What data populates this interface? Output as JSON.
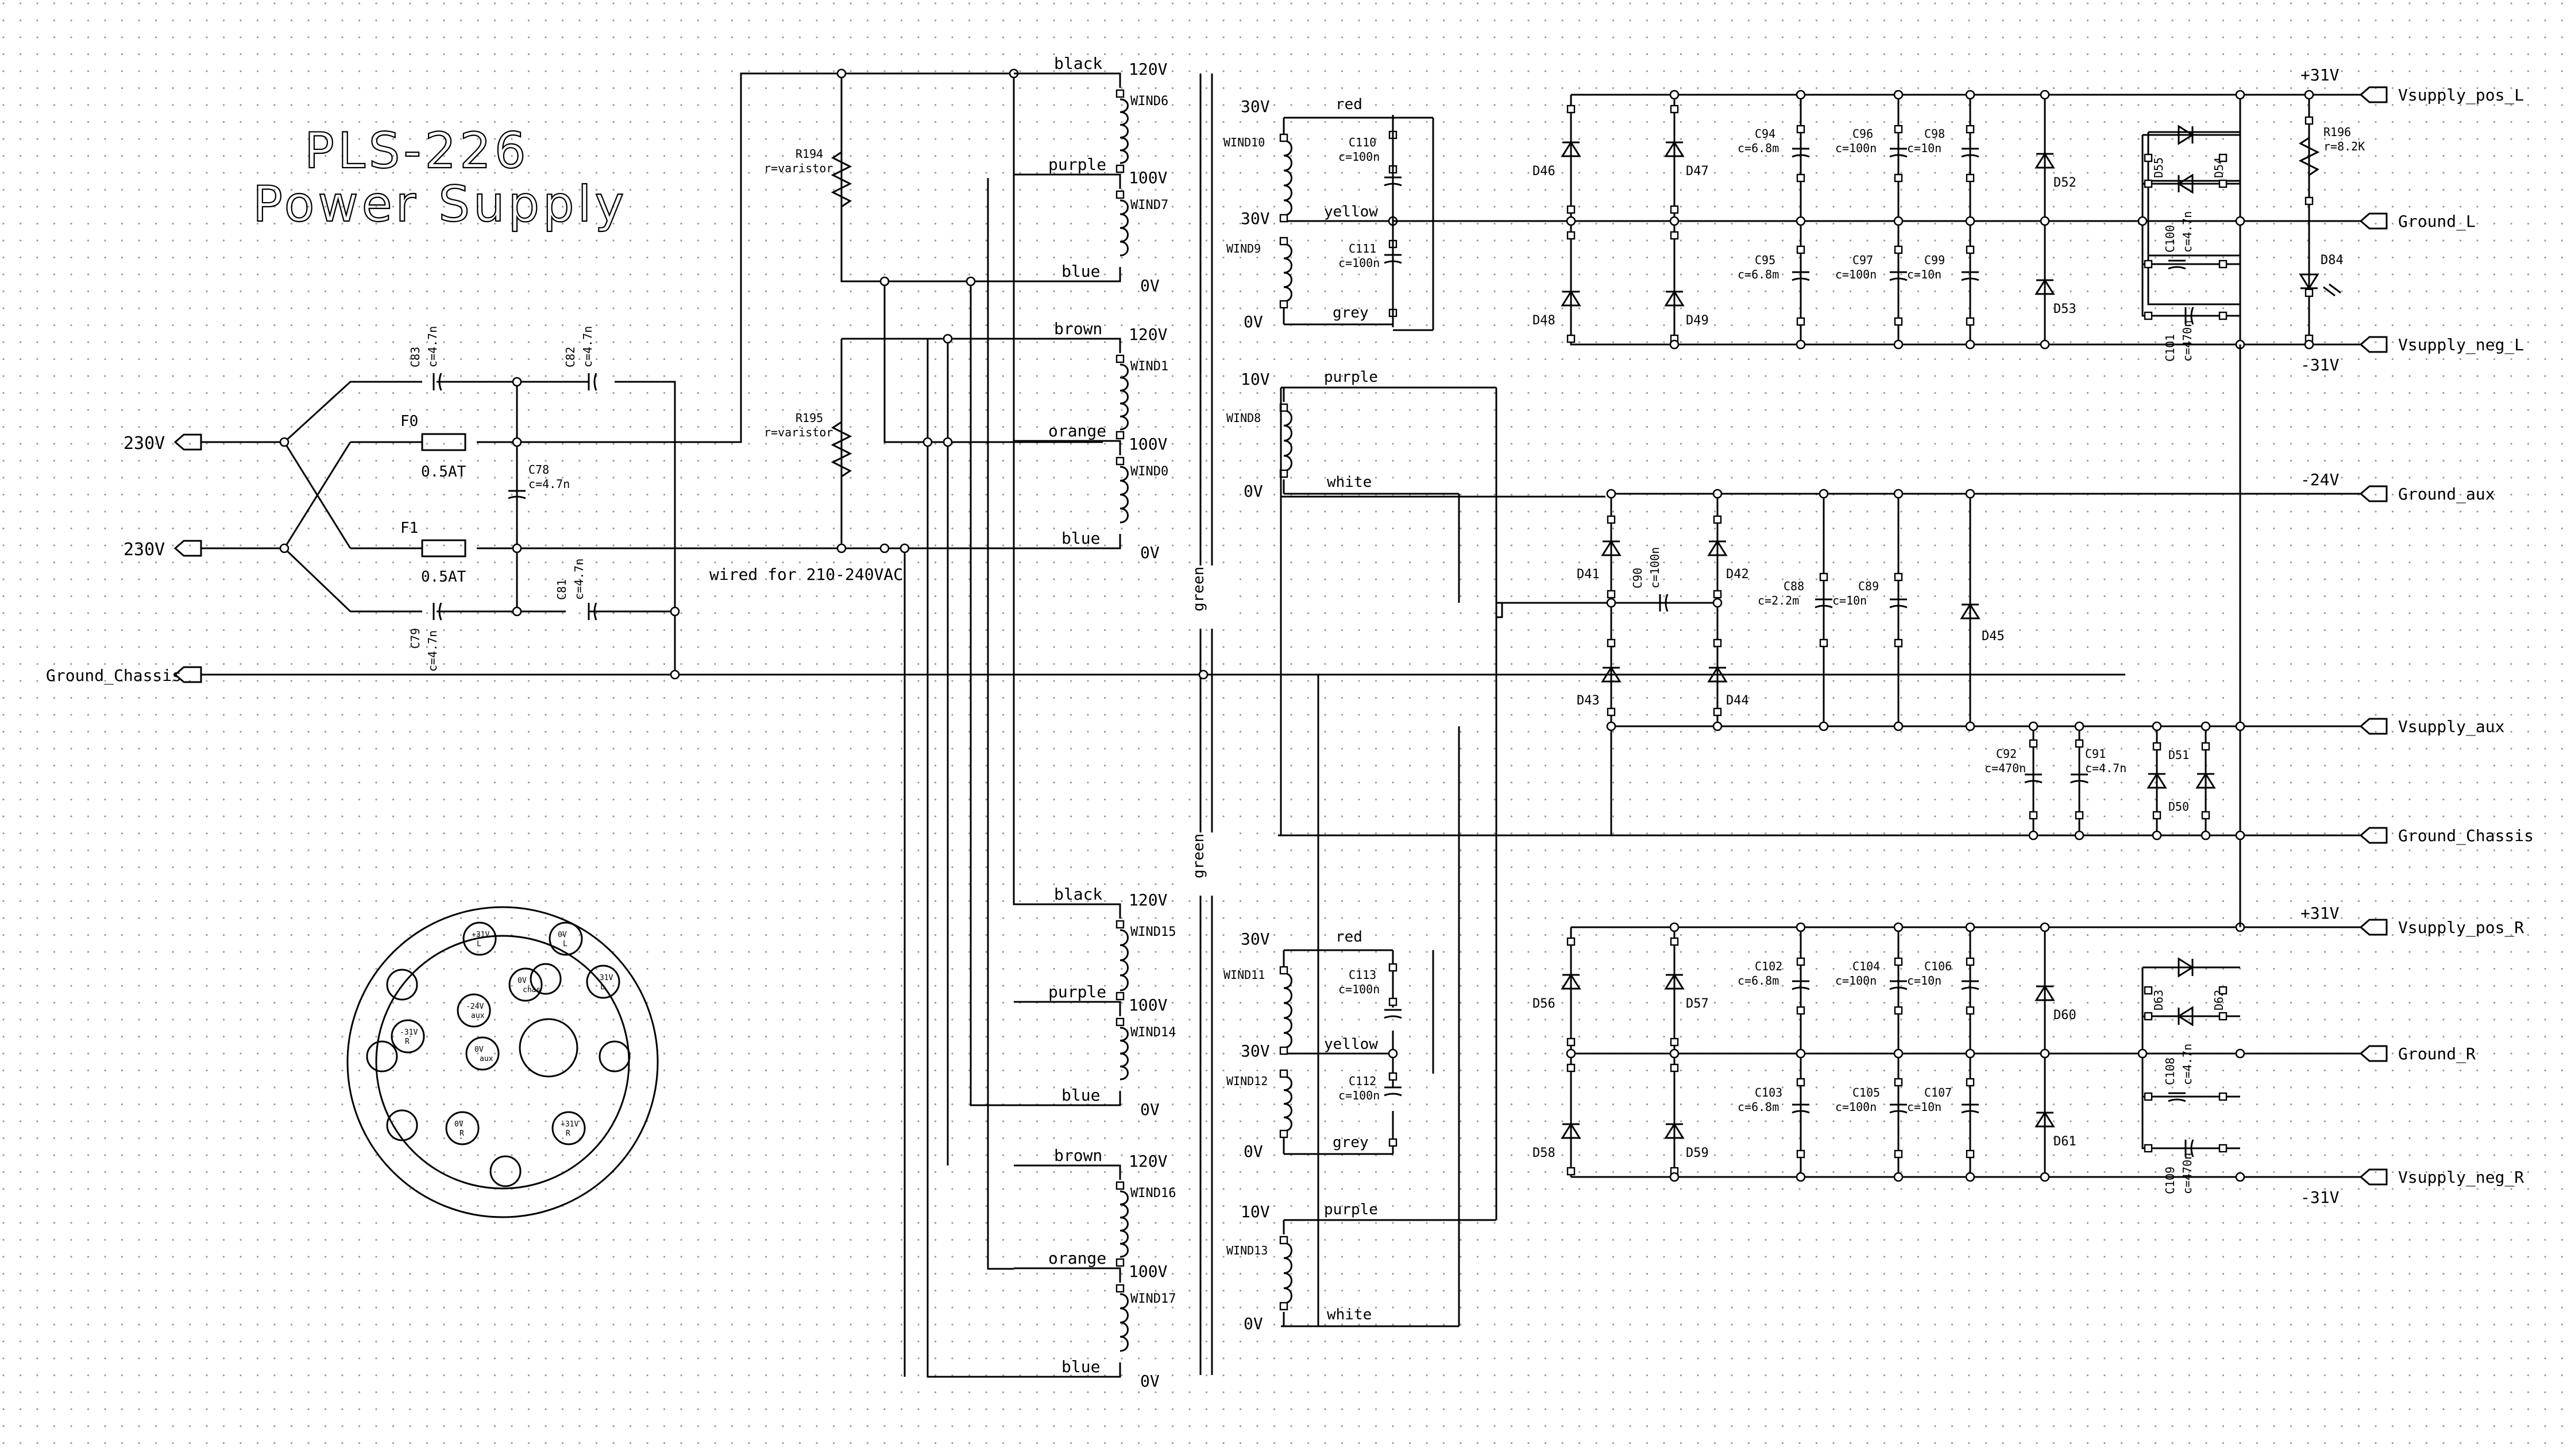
{
  "title": {
    "line1": "PLS-226",
    "line2": "Power Supply"
  },
  "note": "wired for 210-240VAC",
  "ports": {
    "mains_a": "230V",
    "mains_b": "230V",
    "ground_chassis_in": "Ground_Chassis",
    "vpos_l": "Vsupply_pos_L",
    "gnd_l": "Ground_L",
    "vneg_l": "Vsupply_neg_L",
    "gnd_aux": "Ground_aux",
    "vaux": "Vsupply_aux",
    "gnd_chassis_out": "Ground_Chassis",
    "vpos_r": "Vsupply_pos_R",
    "gnd_r": "Ground_R",
    "vneg_r": "Vsupply_neg_R"
  },
  "rail_voltages": {
    "pos_l": "+31V",
    "neg_l": "-31V",
    "aux": "-24V",
    "pos_r": "+31V",
    "neg_r": "-31V"
  },
  "fuses": [
    {
      "ref": "F0",
      "value": "0.5AT"
    },
    {
      "ref": "F1",
      "value": "0.5AT"
    }
  ],
  "input_caps": [
    {
      "ref": "C83",
      "value": "c=4.7n"
    },
    {
      "ref": "C82",
      "value": "c=4.7n"
    },
    {
      "ref": "C78",
      "value": "c=4.7n"
    },
    {
      "ref": "C81",
      "value": "c=4.7n"
    },
    {
      "ref": "C79",
      "value": "c=4.7n"
    }
  ],
  "varistors": [
    {
      "ref": "R194",
      "value": "r=varistor"
    },
    {
      "ref": "R195",
      "value": "r=varistor"
    }
  ],
  "primary_windings": [
    {
      "ref": "WIND6",
      "wire": "black",
      "tap": "120V"
    },
    {
      "ref": "WIND7",
      "wire": "purple",
      "tap": "100V"
    },
    {
      "ref": "",
      "wire": "blue",
      "tap": "0V"
    },
    {
      "ref": "WIND1",
      "wire": "brown",
      "tap": "120V"
    },
    {
      "ref": "WIND0",
      "wire": "orange",
      "tap": "100V"
    },
    {
      "ref": "",
      "wire": "blue",
      "tap": "0V"
    },
    {
      "ref": "WIND15",
      "wire": "black",
      "tap": "120V"
    },
    {
      "ref": "WIND14",
      "wire": "purple",
      "tap": "100V"
    },
    {
      "ref": "",
      "wire": "blue",
      "tap": "0V"
    },
    {
      "ref": "WIND16",
      "wire": "brown",
      "tap": "120V"
    },
    {
      "ref": "WIND17",
      "wire": "orange",
      "tap": "100V"
    },
    {
      "ref": "",
      "wire": "blue",
      "tap": "0V"
    }
  ],
  "core_label": "green",
  "secondary_windings": [
    {
      "ref": "WIND10",
      "top": "30V",
      "top_wire": "red",
      "bottom": "30V",
      "bottom_wire": "yellow"
    },
    {
      "ref": "WIND9",
      "top": "30V",
      "top_wire": "yellow",
      "bottom": "0V",
      "bottom_wire": "grey"
    },
    {
      "ref": "WIND8",
      "top": "10V",
      "top_wire": "purple",
      "bottom": "0V",
      "bottom_wire": "white"
    },
    {
      "ref": "WIND11",
      "top": "30V",
      "top_wire": "red",
      "bottom": "30V",
      "bottom_wire": "yellow"
    },
    {
      "ref": "WIND12",
      "top": "30V",
      "top_wire": "yellow",
      "bottom": "0V",
      "bottom_wire": "grey"
    },
    {
      "ref": "WIND13",
      "top": "10V",
      "top_wire": "purple",
      "bottom": "0V",
      "bottom_wire": "white"
    }
  ],
  "snubber_caps": [
    {
      "ref": "C110",
      "value": "c=100n"
    },
    {
      "ref": "C111",
      "value": "c=100n"
    },
    {
      "ref": "C113",
      "value": "c=100n"
    },
    {
      "ref": "C112",
      "value": "c=100n"
    },
    {
      "ref": "C90",
      "value": "c=100n"
    }
  ],
  "filter_caps_l": [
    {
      "ref": "C94",
      "value": "c=6.8m"
    },
    {
      "ref": "C96",
      "value": "c=100n"
    },
    {
      "ref": "C98",
      "value": "c=10n"
    },
    {
      "ref": "C95",
      "value": "c=6.8m"
    },
    {
      "ref": "C97",
      "value": "c=100n"
    },
    {
      "ref": "C99",
      "value": "c=10n"
    }
  ],
  "filter_caps_r": [
    {
      "ref": "C102",
      "value": "c=6.8m"
    },
    {
      "ref": "C104",
      "value": "c=100n"
    },
    {
      "ref": "C106",
      "value": "c=10n"
    },
    {
      "ref": "C103",
      "value": "c=6.8m"
    },
    {
      "ref": "C105",
      "value": "c=100n"
    },
    {
      "ref": "C107",
      "value": "c=10n"
    }
  ],
  "aux_caps": [
    {
      "ref": "C88",
      "value": "c=2.2m"
    },
    {
      "ref": "C89",
      "value": "c=10n"
    },
    {
      "ref": "C92",
      "value": "c=470n"
    },
    {
      "ref": "C91",
      "value": "c=4.7n"
    }
  ],
  "bridge_caps": [
    {
      "ref": "C100",
      "value": "c=4.7n"
    },
    {
      "ref": "C101",
      "value": "c=470n"
    },
    {
      "ref": "C108",
      "value": "c=4.7n"
    },
    {
      "ref": "C109",
      "value": "c=470n"
    }
  ],
  "diodes": [
    "D46",
    "D47",
    "D48",
    "D49",
    "D52",
    "D53",
    "D55",
    "D54",
    "D84",
    "D41",
    "D42",
    "D43",
    "D44",
    "D45",
    "D51",
    "D50",
    "D56",
    "D57",
    "D58",
    "D59",
    "D60",
    "D61",
    "D63",
    "D62"
  ],
  "led_resistor": {
    "ref": "R196",
    "value": "r=8.2K"
  },
  "connector_pins": [
    {
      "a": "+31V",
      "b": "L"
    },
    {
      "a": "0V",
      "b": "L"
    },
    {
      "a": "0V",
      "b": "chas"
    },
    {
      "a": "-31V",
      "b": "L"
    },
    {
      "a": "-24V",
      "b": "aux"
    },
    {
      "a": "-31V",
      "b": "R"
    },
    {
      "a": "0V",
      "b": "aux"
    },
    {
      "a": "0V",
      "b": "R"
    },
    {
      "a": "+31V",
      "b": "R"
    }
  ]
}
